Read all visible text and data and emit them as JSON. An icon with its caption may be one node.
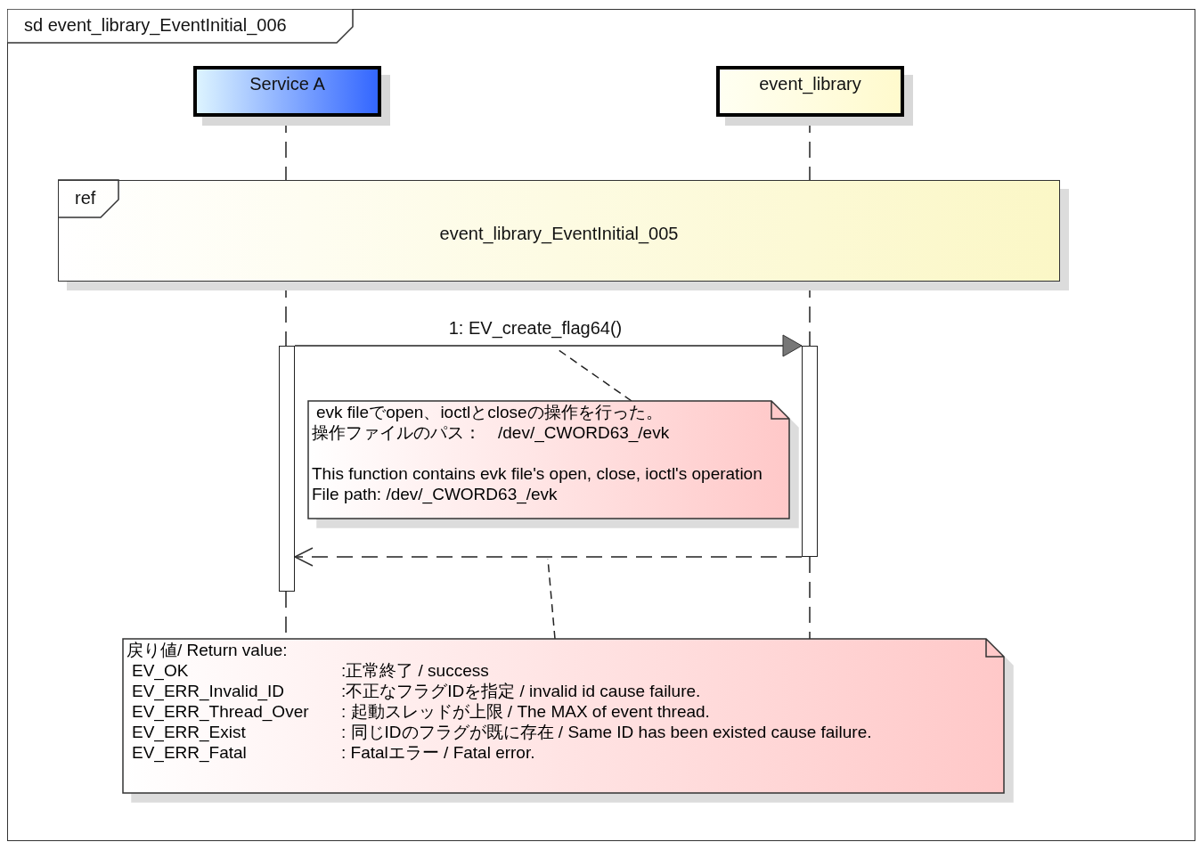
{
  "diagram": {
    "nodes": [
      {
        "text": [
          "sd event_library_EventInitial_006"
        ]
      },
      {
        "text": [
          "Service A"
        ],
        "in": 0
      },
      {
        "text": [
          "event_library"
        ],
        "in": 0
      },
      {
        "text": [
          "ref",
          "event_library_EventInitial_005"
        ],
        "in": 0
      },
      {
        "text": [],
        "shape": "bar",
        "in": 0
      },
      {
        "text": [],
        "shape": "bar",
        "in": 0
      },
      {
        "text": [
          "evk fileでopen、ioctlとcloseの操作を行った。",
          "操作ファイルのパス：　/dev/_CWORD63_/evk",
          "This function contains evk file's open, close, ioctl's operation",
          "File path: /dev/_CWORD63_/evk"
        ],
        "in": 0
      },
      {
        "text": [
          "戻り値/ Return value:",
          "EV_OK",
          ":正常終了 / success",
          "EV_ERR_Invalid_ID",
          ":不正なフラグIDを指定 / invalid id cause failure.",
          "EV_ERR_Thread_Over",
          ": 起動スレッドが上限 / The MAX of event thread.",
          "EV_ERR_Exist",
          ": 同じIDのフラグが既に存在 / Same ID has been existed cause failure.",
          "EV_ERR_Fatal",
          ": Fatalエラー / Fatal error."
        ],
        "in": 0
      }
    ],
    "edges": [
      {
        "from": 4,
        "to": 5,
        "arrow": "to",
        "label": "1: EV_create_flag64()"
      },
      {
        "from": 5,
        "to": 4,
        "arrow": "to",
        "style": "dashed"
      },
      {
        "from": 6,
        "to": null,
        "arrow": "none",
        "style": "dashed"
      },
      {
        "from": 7,
        "to": null,
        "arrow": "none",
        "style": "dashed"
      },
      {
        "from": 1,
        "to": 3,
        "arrow": "none",
        "style": "dashed"
      },
      {
        "from": 3,
        "to": 4,
        "arrow": "none",
        "style": "dashed"
      },
      {
        "from": 4,
        "to": 7,
        "arrow": "none",
        "style": "dashed"
      },
      {
        "from": 2,
        "to": 3,
        "arrow": "none",
        "style": "dashed"
      },
      {
        "from": 3,
        "to": 5,
        "arrow": "none",
        "style": "dashed"
      },
      {
        "from": 5,
        "to": 7,
        "arrow": "none",
        "style": "dashed"
      }
    ]
  }
}
